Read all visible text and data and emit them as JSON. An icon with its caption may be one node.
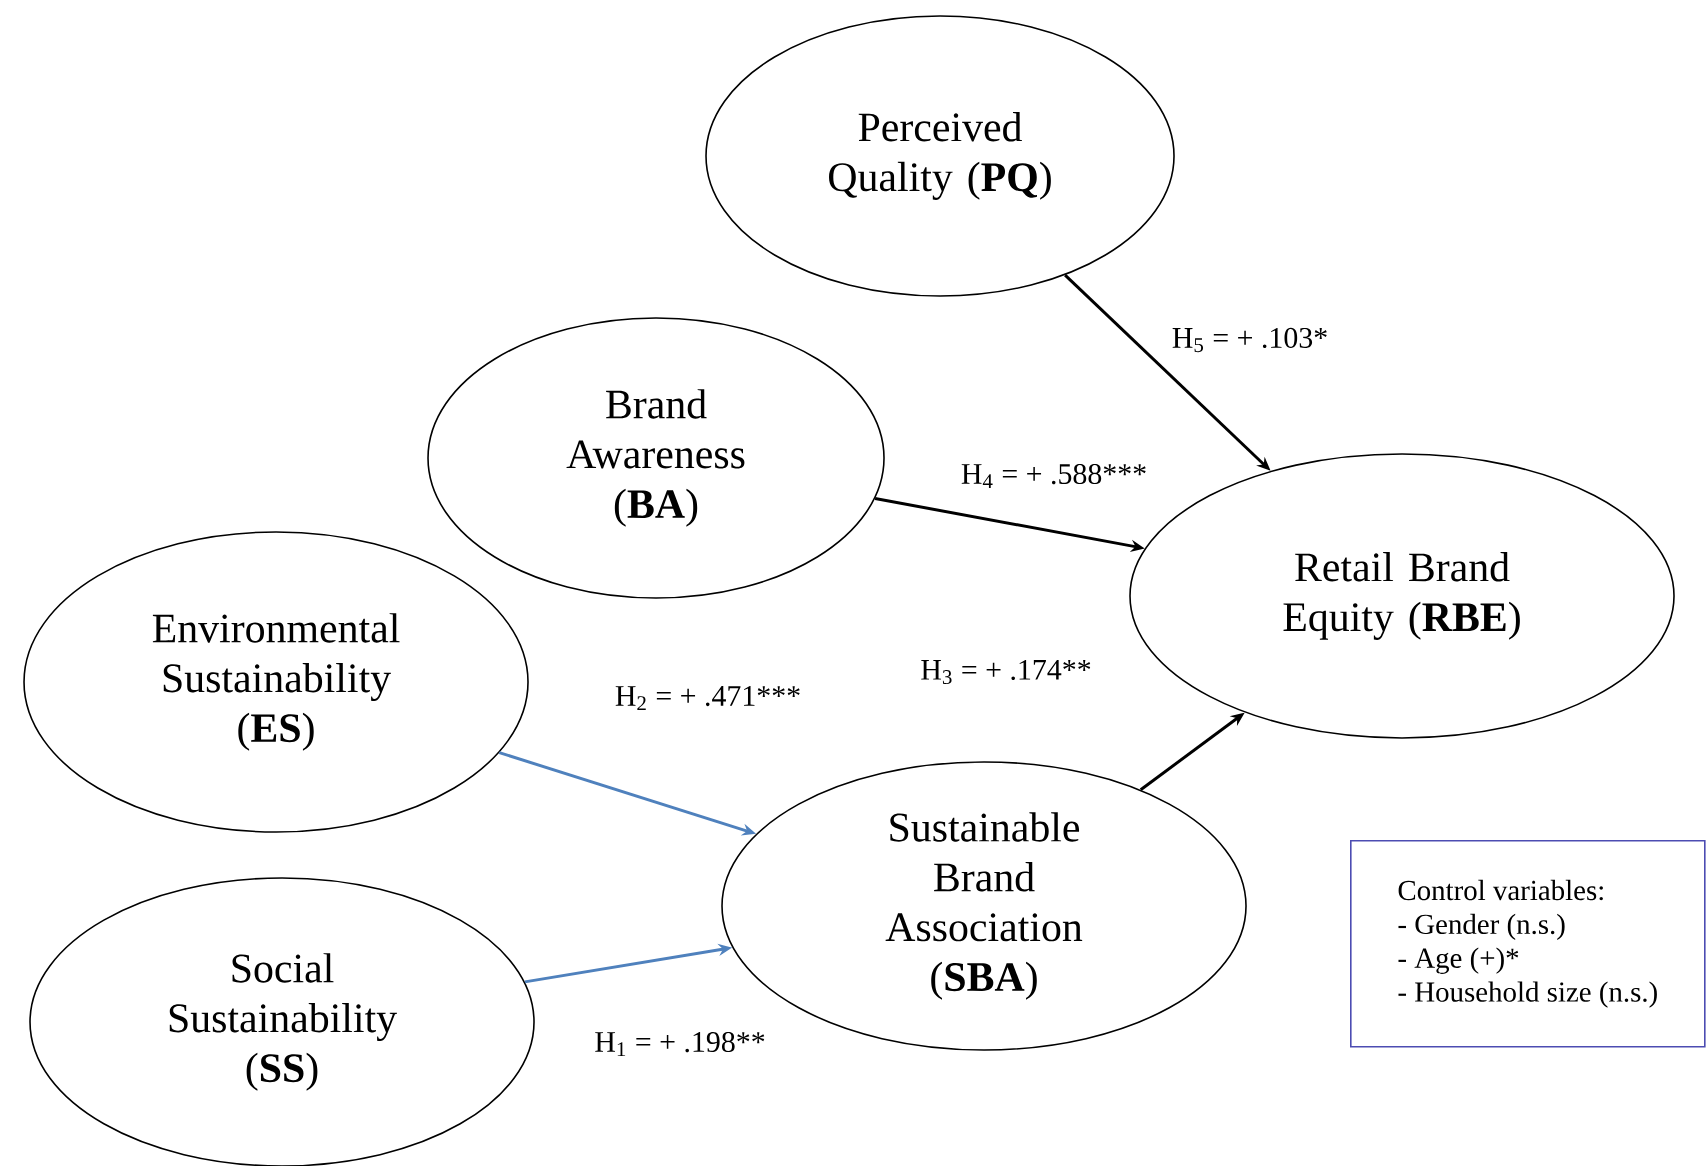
{
  "diagram": {
    "nodes": [
      {
        "text": [
          "Perceived Quality (**PQ**)"
        ]
      },
      {
        "text": [
          "Brand Awareness (**BA**)"
        ]
      },
      {
        "text": [
          "Retail Brand Equity (**RBE**)"
        ]
      },
      {
        "text": [
          "Environmental Sustainability (**ES**)"
        ]
      },
      {
        "text": [
          "Sustainable Brand Association (**SBA**)"
        ]
      },
      {
        "text": [
          "Social Sustainability (**SS**)"
        ]
      },
      {
        "text": [
          "Control variables:",
          "- Gender (n.s.)",
          "- Age (+)*",
          "- Household size (n.s.)"
        ]
      }
    ],
    "edges": [
      {
        "from": 0,
        "to": 2,
        "arrow": "to",
        "label": "H$_{5}$ = + .103*"
      },
      {
        "from": 1,
        "to": 2,
        "arrow": "to",
        "label": "H$_{4}$ = + .588***"
      },
      {
        "from": 4,
        "to": 2,
        "arrow": "to",
        "label": "H$_{3}$ = + .174**"
      },
      {
        "from": 3,
        "to": 4,
        "arrow": "to",
        "label": "H$_{2}$ = + .471***",
        "color": "#4f81bd"
      },
      {
        "from": 5,
        "to": 4,
        "arrow": "to",
        "label": "H$_{1}$ = + .198**",
        "color": "#4f81bd"
      }
    ]
  }
}
